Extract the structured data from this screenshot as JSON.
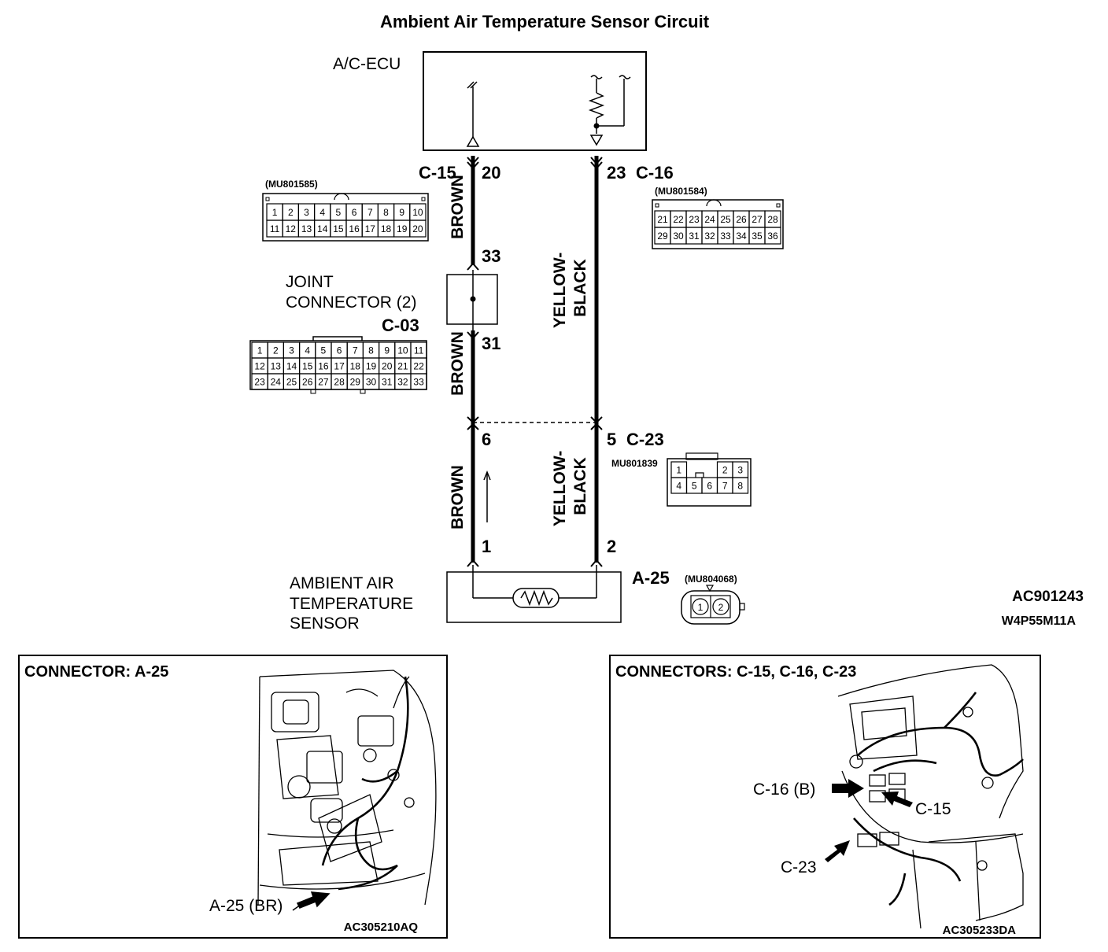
{
  "title": "Ambient Air Temperature Sensor Circuit",
  "ecu": {
    "label": "A/C-ECU"
  },
  "wires": {
    "left": {
      "color_upper": "BROWN",
      "color_middle": "BROWN",
      "color_lower": "BROWN"
    },
    "right": {
      "color_upper": "YELLOW-\nBLACK",
      "color_lower": "YELLOW-\nBLACK"
    }
  },
  "pins": {
    "c15_pin": "20",
    "c16_pin": "23",
    "joint_in": "33",
    "joint_out": "31",
    "c23_left": "6",
    "c23_right": "5",
    "sensor_left": "1",
    "sensor_right": "2"
  },
  "connectors": {
    "c15": {
      "id": "C-15",
      "part": "(MU801585)",
      "row1": [
        "1",
        "2",
        "3",
        "4",
        "5",
        "6",
        "7",
        "8",
        "9",
        "10"
      ],
      "row2": [
        "11",
        "12",
        "13",
        "14",
        "15",
        "16",
        "17",
        "18",
        "19",
        "20"
      ]
    },
    "c16": {
      "id": "C-16",
      "part": "(MU801584)",
      "row1": [
        "21",
        "22",
        "23",
        "24",
        "25",
        "26",
        "27",
        "28"
      ],
      "row2": [
        "29",
        "30",
        "31",
        "32",
        "33",
        "34",
        "35",
        "36"
      ]
    },
    "c03": {
      "id": "C-03",
      "row1": [
        "1",
        "2",
        "3",
        "4",
        "5",
        "6",
        "7",
        "8",
        "9",
        "10",
        "11"
      ],
      "row2": [
        "12",
        "13",
        "14",
        "15",
        "16",
        "17",
        "18",
        "19",
        "20",
        "21",
        "22"
      ],
      "row3": [
        "23",
        "24",
        "25",
        "26",
        "27",
        "28",
        "29",
        "30",
        "31",
        "32",
        "33"
      ]
    },
    "c23": {
      "id": "C-23",
      "part": "MU801839",
      "row1": [
        "1",
        "2",
        "3"
      ],
      "row2": [
        "4",
        "5",
        "6",
        "7",
        "8"
      ]
    },
    "a25": {
      "id": "A-25",
      "part": "(MU804068)",
      "pins": [
        "1",
        "2"
      ]
    }
  },
  "joint": {
    "line1": "JOINT",
    "line2": "CONNECTOR (2)"
  },
  "sensor": {
    "line1": "AMBIENT AIR",
    "line2": "TEMPERATURE",
    "line3": "SENSOR"
  },
  "codes": {
    "figure": "AC901243",
    "sub": "W4P55M11A"
  },
  "panel_left": {
    "title": "CONNECTOR: A-25",
    "callout": "A-25 (BR)",
    "figure": "AC305210AQ"
  },
  "panel_right": {
    "title": "CONNECTORS: C-15, C-16, C-23",
    "callout_c16": "C-16 (B)",
    "callout_c15": "C-15",
    "callout_c23": "C-23",
    "figure": "AC305233DA"
  }
}
